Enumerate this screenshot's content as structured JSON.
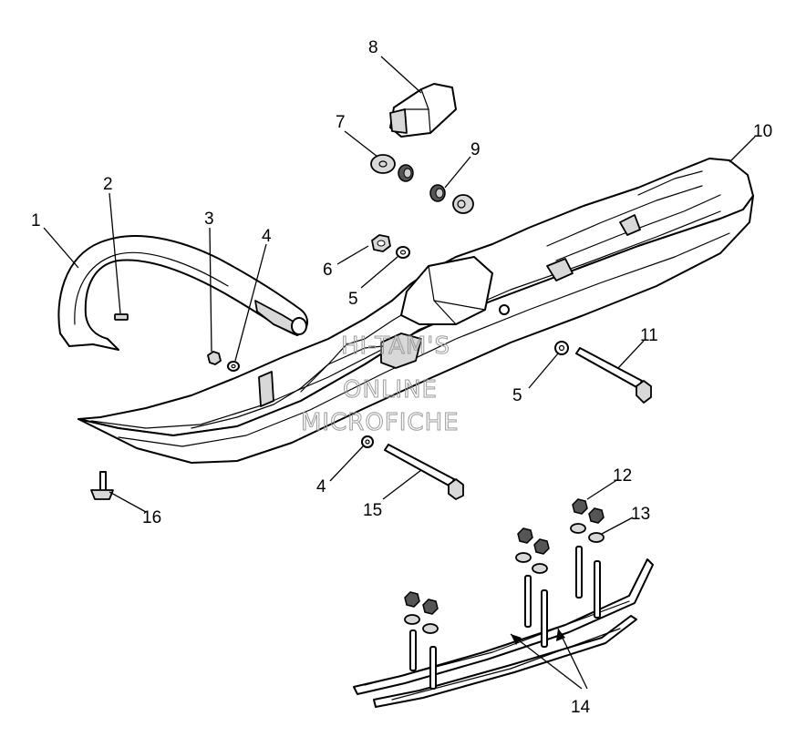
{
  "watermark": {
    "line1": "HI-TAM'S",
    "line2": "ONLINE",
    "line3": "MICROFICHE"
  },
  "callouts": [
    "1",
    "2",
    "3",
    "4",
    "4",
    "5",
    "5",
    "6",
    "7",
    "8",
    "9",
    "10",
    "11",
    "12",
    "13",
    "14",
    "15",
    "16"
  ]
}
